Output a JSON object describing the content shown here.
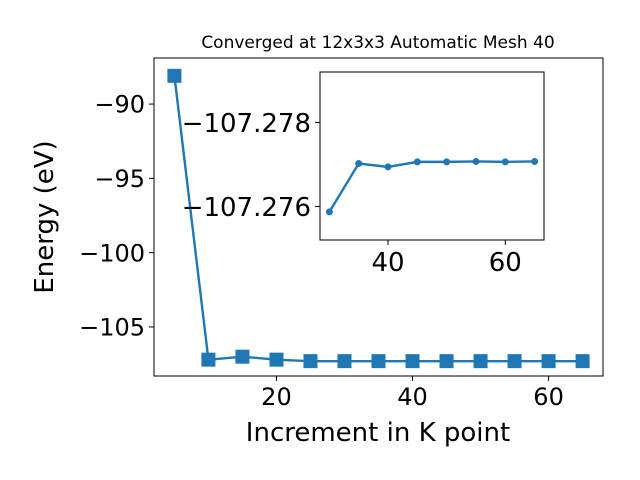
{
  "chart_data": [
    {
      "type": "line",
      "title": "Converged at 12x3x3 Automatic Mesh 40",
      "xlabel": "Increment in K point",
      "ylabel": "Energy (eV)",
      "xlim": [
        2,
        68
      ],
      "ylim": [
        -108.3,
        -86.9
      ],
      "xticks": [
        20,
        40,
        60
      ],
      "yticks": [
        -90,
        -95,
        -100,
        -105
      ],
      "xtick_labels": [
        "20",
        "40",
        "60"
      ],
      "ytick_labels": [
        "−90",
        "−95",
        "−100",
        "−105"
      ],
      "marker": "square",
      "color": "#1f77b4",
      "grid": false,
      "series": [
        {
          "x": [
            5,
            10,
            15,
            20,
            25,
            30,
            35,
            40,
            45,
            50,
            55,
            60,
            65
          ],
          "y": [
            -88.1,
            -107.2,
            -107.0,
            -107.2,
            -107.3,
            -107.3,
            -107.3,
            -107.3,
            -107.3,
            -107.3,
            -107.3,
            -107.3,
            -107.3
          ]
        }
      ]
    },
    {
      "type": "line",
      "inset": true,
      "xlim": [
        28.4,
        66.6
      ],
      "ylim": [
        -107.2752,
        -107.2792
      ],
      "xticks": [
        40,
        60
      ],
      "yticks": [
        -107.278,
        -107.276
      ],
      "xtick_labels": [
        "40",
        "60"
      ],
      "ytick_labels": [
        "−107.278",
        "−107.276"
      ],
      "marker": "circle",
      "color": "#1f77b4",
      "grid": false,
      "series": [
        {
          "x": [
            30,
            35,
            40,
            45,
            50,
            55,
            60,
            65
          ],
          "y": [
            -107.27587,
            -107.27702,
            -107.27694,
            -107.27706,
            -107.27706,
            -107.27707,
            -107.27706,
            -107.27707
          ]
        }
      ]
    }
  ]
}
